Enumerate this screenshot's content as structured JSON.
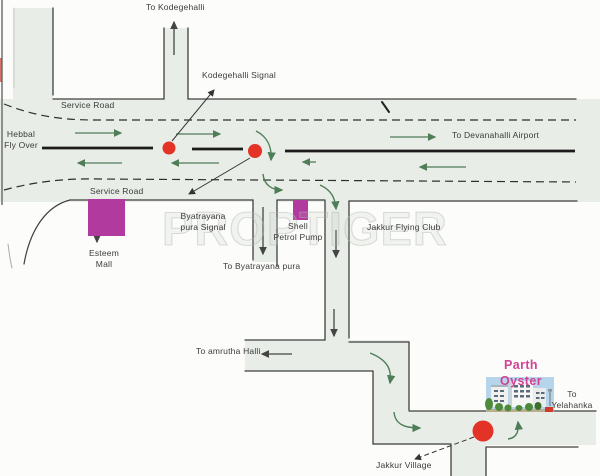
{
  "map": {
    "watermark": "PROPTIGER",
    "labels": {
      "to_kodegehalli": "To Kodegehalli",
      "kodegehalli_signal": "Kodegehalli Signal",
      "service_road_top": "Service Road",
      "service_road_bottom": "Service Road",
      "hebbal_flyover_line1": "Hebbal",
      "hebbal_flyover_line2": "Fly Over",
      "to_devanahalli_airport": "To Devanahalli Airport",
      "esteem_mall_line1": "Esteem",
      "esteem_mall_line2": "Mall",
      "byatrayana_signal_line1": "Byatrayana",
      "byatrayana_signal_line2": "pura Signal",
      "shell_line1": "Shell",
      "shell_line2": "Petrol Pump",
      "to_byatrayana_pura": "To Byatrayana pura",
      "jakkur_flying_club": "Jakkur Flying Club",
      "to_amrutha_halli": "To amrutha Halli",
      "parth_oyster": "Parth Oyster",
      "to_yelahanka_line1": "To",
      "to_yelahanka_line2": "Yelahanka",
      "jakkur_village": "Jakkur Village"
    },
    "colors": {
      "road_fill": "#e9ede7",
      "landmark_magenta": "#b13a9e",
      "signal_red": "#e33226",
      "arrow_green": "#4e7d57",
      "title_pink": "#d24196",
      "building_sky": "#b6d5ea"
    }
  }
}
